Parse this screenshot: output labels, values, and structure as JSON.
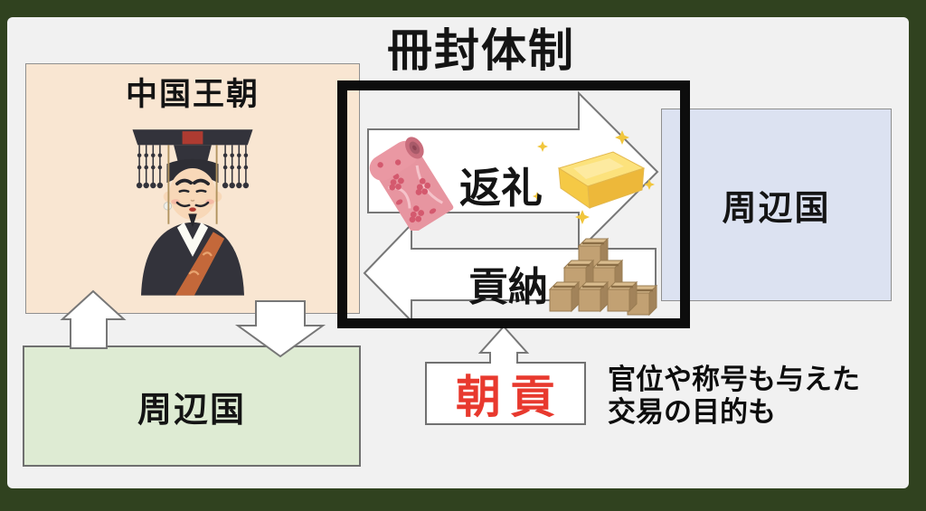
{
  "title": "冊封体制",
  "boxes": {
    "china": {
      "label": "中国王朝"
    },
    "neighbor_right": {
      "label": "周辺国"
    },
    "neighbor_bottom": {
      "label": "周辺国"
    }
  },
  "flows": {
    "return_gift": {
      "label": "返礼"
    },
    "tribute_goods": {
      "label": "貢納"
    },
    "tribute": {
      "label": "朝貢"
    }
  },
  "annotation": {
    "line1": "官位や称号も与えた",
    "line2": "交易の目的も"
  },
  "icons": {
    "emperor": "chinese-emperor-illustration",
    "fabric_roll": "fabric-roll-illustration",
    "gold_bar": "gold-bar-illustration",
    "cardboard_boxes": "cardboard-boxes-illustration"
  },
  "colors": {
    "outer_border": "#30421f",
    "panel_bg": "#f1f1f1",
    "china_box": "#f9e6d2",
    "neighbor_right_box": "#dce2f1",
    "neighbor_bottom_box": "#deebd3",
    "exchange_frame": "#0d0d0d",
    "tribute_text": "#e8392e"
  }
}
